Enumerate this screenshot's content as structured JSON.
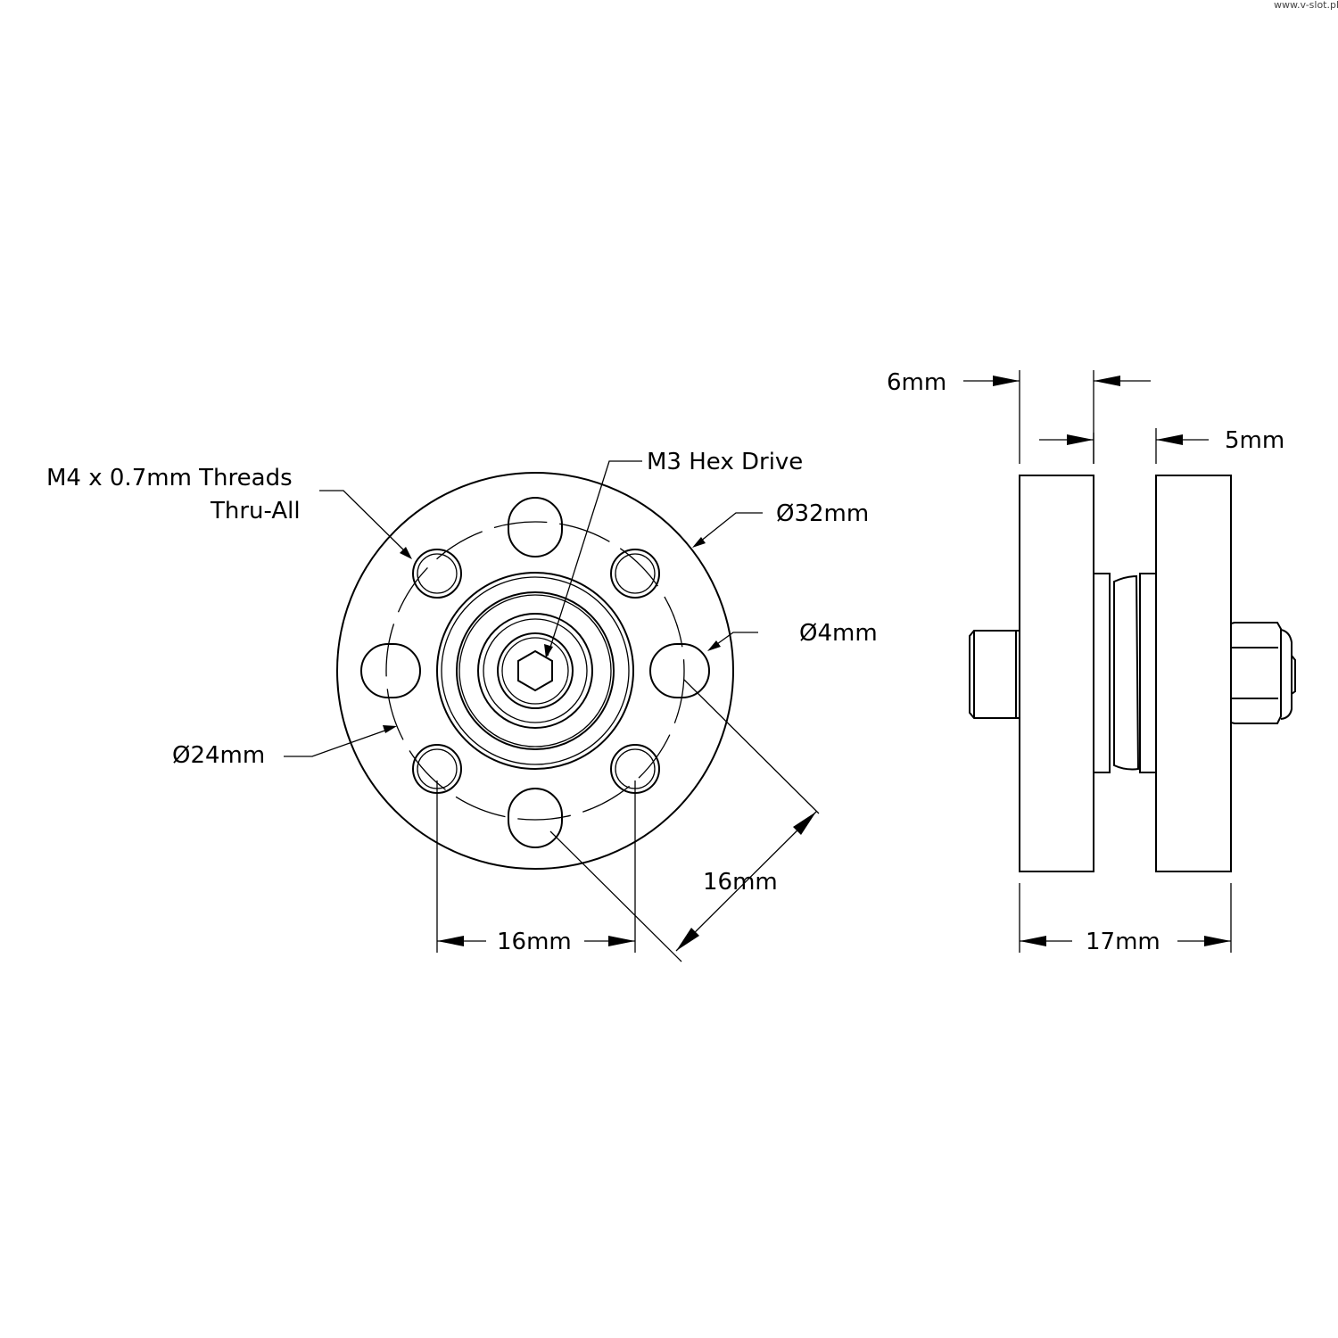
{
  "watermark": "www.v-slot.pl",
  "front_view": {
    "threads_label_line1": "M4 x 0.7mm Threads",
    "threads_label_line2": "Thru-All",
    "hex_drive_label": "M3 Hex Drive",
    "outer_diameter_label": "Ø32mm",
    "hole_diameter_label": "Ø4mm",
    "bolt_circle_label": "Ø24mm",
    "horizontal_spacing_label": "16mm",
    "diagonal_spacing_label": "16mm"
  },
  "side_view": {
    "plate_thickness_label": "6mm",
    "gap_label": "5mm",
    "overall_width_label": "17mm"
  }
}
